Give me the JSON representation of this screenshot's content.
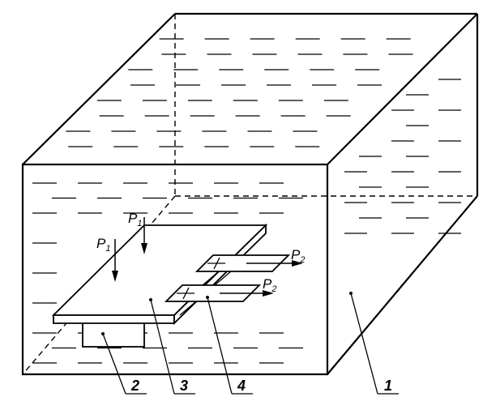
{
  "diagram": {
    "force_symbol": "P",
    "subscript_1": "1",
    "subscript_2": "2",
    "callouts": {
      "tank": "1",
      "support": "2",
      "plate": "3",
      "sample": "4"
    }
  }
}
